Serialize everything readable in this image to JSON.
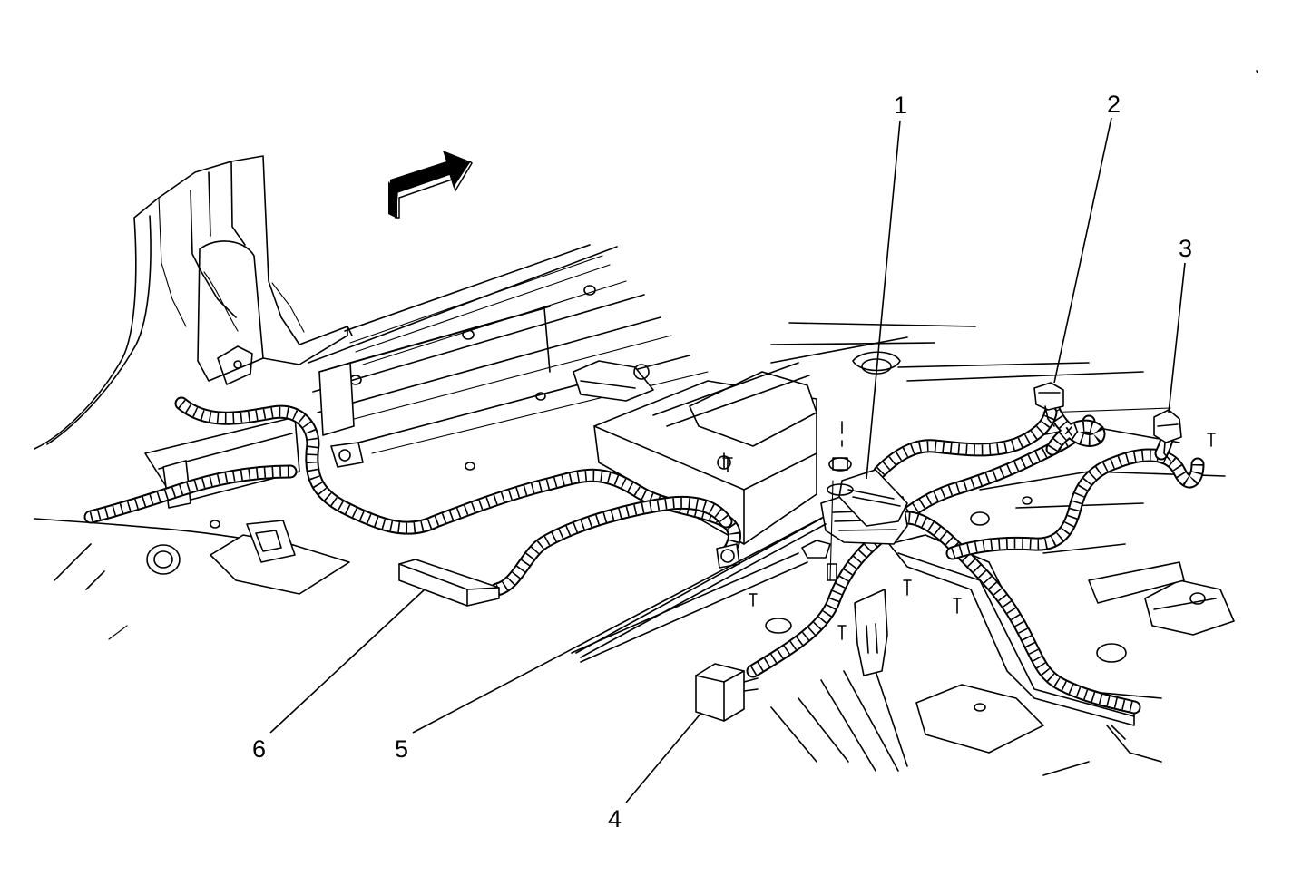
{
  "callouts": [
    {
      "id": "1",
      "label": "1"
    },
    {
      "id": "2",
      "label": "2"
    },
    {
      "id": "3",
      "label": "3"
    },
    {
      "id": "4",
      "label": "4"
    },
    {
      "id": "5",
      "label": "5"
    },
    {
      "id": "6",
      "label": "6"
    }
  ],
  "icons": {
    "direction": "forward-direction-arrow-icon"
  }
}
